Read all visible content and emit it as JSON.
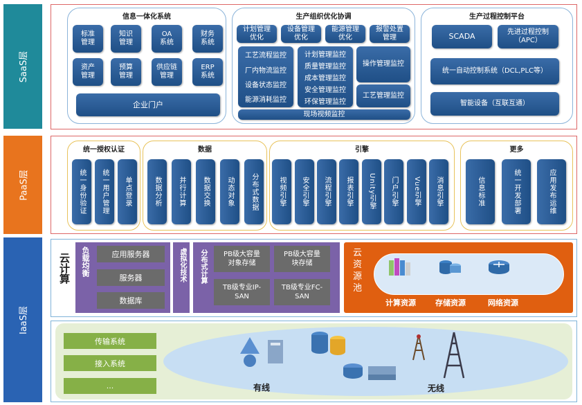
{
  "layers": {
    "saas": "SaaS层",
    "paas": "PaaS层",
    "iaas": "IaaS层"
  },
  "colors": {
    "saas": "#1f8a9a",
    "paas": "#e8741e",
    "iaas": "#2a63b3",
    "dark_blue": "#1f4f86",
    "orange": "#e05f10",
    "green": "#86b047"
  },
  "saas": {
    "info": {
      "title": "信息一体化系统",
      "items": [
        "标准\n管理",
        "知识\n管理",
        "OA\n系统",
        "财务\n系统",
        "资产\n管理",
        "预算\n管理",
        "供应链\n管理",
        "ERP\n系统"
      ],
      "portal": "企业门户"
    },
    "prod": {
      "title": "生产组织优化协调",
      "top": [
        "计划管理\n优化",
        "设备管理\n优化",
        "能源管理\n优化",
        "报警处置\n管理"
      ],
      "left": [
        "工艺流程监控",
        "厂内物流监控",
        "设备状态监控",
        "能源消耗监控"
      ],
      "mid": [
        "计划管理监控",
        "质量管理监控",
        "成本管理监控",
        "安全管理监控",
        "环保管理监控"
      ],
      "right": [
        "操作管理监控",
        "工艺管理监控"
      ],
      "bottom": "现场视频监控"
    },
    "ctrl": {
      "title": "生产过程控制平台",
      "scada": "SCADA",
      "apc": "先进过程控制\n（APC）",
      "dcs": "统一自动控制系统（DCL,PLC等）",
      "smart": "智能设备（互联互通）"
    }
  },
  "paas": {
    "auth": {
      "title": "统一授权认证",
      "items": [
        "统一身份验证",
        "统一用户管理",
        "单点登录"
      ]
    },
    "data": {
      "title": "数据",
      "items": [
        "数据分析",
        "并行计算",
        "数据交换",
        "动态对象",
        "分布式数据"
      ]
    },
    "engine": {
      "title": "引擎",
      "items": [
        "视频引擎",
        "安全引擎",
        "流程引擎",
        "报表引擎",
        "Unity引擎",
        "门户引擎",
        "Vue引擎",
        "消息引擎"
      ]
    },
    "more": {
      "title": "更多",
      "items": [
        "信息标准",
        "统一开发部署",
        "应用发布运维"
      ]
    }
  },
  "iaas": {
    "cloud": "云计算",
    "lb": {
      "title": "负载均衡",
      "items": [
        "应用服务器",
        "服务器",
        "数据库"
      ]
    },
    "virt": "虚拟化技术",
    "dist": {
      "title": "分布式计算",
      "items": [
        "PB级大容量\n对象存储",
        "PB级大容量\n块存储",
        "TB级专业IP-\nSAN",
        "TB级专业FC-\nSAN"
      ]
    },
    "pool": {
      "title": "云资源池",
      "items": [
        "计算资源",
        "存储资源",
        "网络资源"
      ]
    },
    "net": {
      "items": [
        "传输系统",
        "接入系统",
        "..."
      ],
      "wired": "有线",
      "wireless": "无线"
    }
  }
}
